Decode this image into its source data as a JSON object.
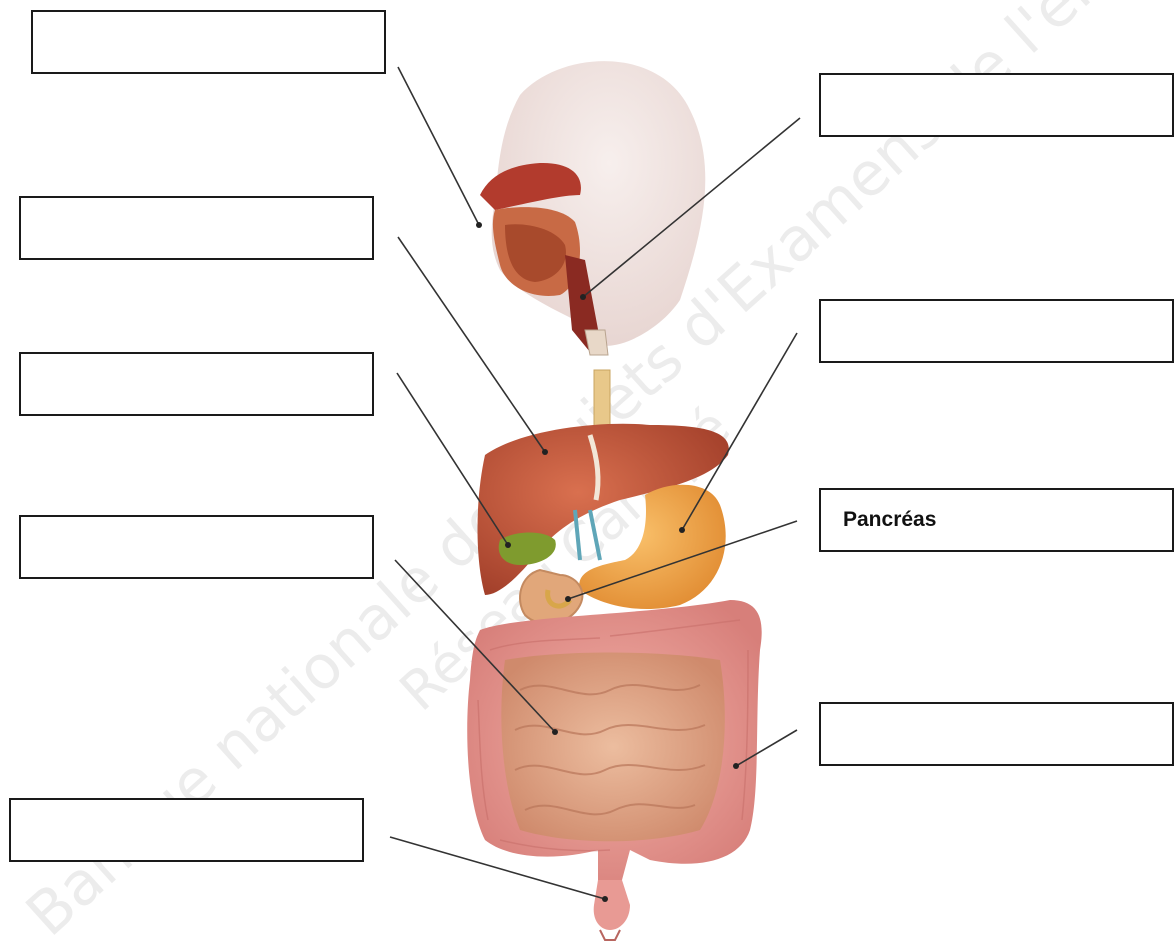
{
  "labels": [
    {
      "id": "mouth",
      "text": ""
    },
    {
      "id": "esophagus-upper",
      "text": ""
    },
    {
      "id": "liver",
      "text": ""
    },
    {
      "id": "stomach",
      "text": ""
    },
    {
      "id": "gallbladder",
      "text": ""
    },
    {
      "id": "pancreas",
      "text": "Pancréas"
    },
    {
      "id": "small-intestine",
      "text": ""
    },
    {
      "id": "large-intestine",
      "text": ""
    },
    {
      "id": "rectum",
      "text": ""
    }
  ],
  "watermark": {
    "line1": "Banque nationale des Sujets d'Examens de l'enseignement public",
    "line2": "Réseau Canopé"
  },
  "colors": {
    "liver": "#c8553a",
    "stomach": "#f0a24a",
    "colon": "#e89a94",
    "small_intestine": "#e0a88a",
    "gallbladder": "#7f9b2e",
    "head": "#f2e4e0",
    "leader_line": "#333333",
    "box_border": "#1a1a1a"
  }
}
